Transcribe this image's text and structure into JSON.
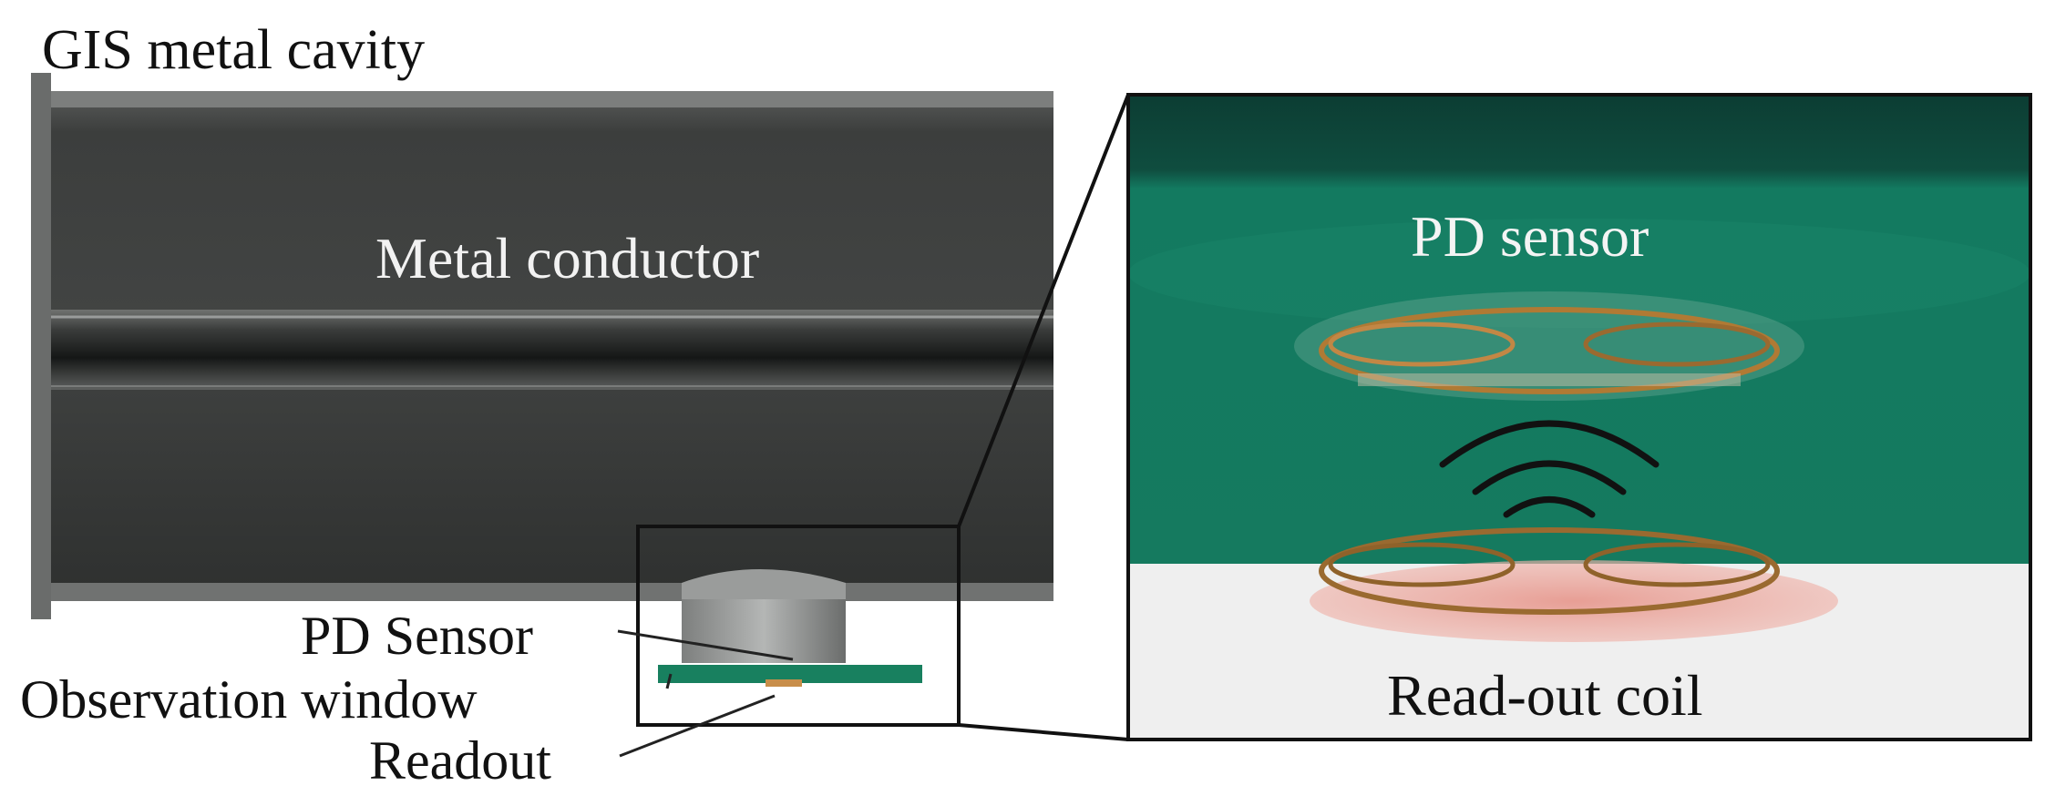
{
  "labels": {
    "gis_cavity": "GIS metal cavity",
    "metal_conductor": "Metal conductor",
    "pd_sensor_left": "PD Sensor",
    "observation_window": "Observation window",
    "readout": "Readout",
    "pd_sensor_right": "PD sensor",
    "readout_coil": "Read-out coil"
  },
  "colors": {
    "cavity_metal": "#3b3d3c",
    "conductor_dark": "#1f2120",
    "sensor_green": "#14705a",
    "pcb_green": "#18805f",
    "coil_copper": "#b5823a",
    "coil_glow": "#e7a29a",
    "readout_bg": "#efefef"
  },
  "icons": [
    "wireless-signal-icon"
  ]
}
